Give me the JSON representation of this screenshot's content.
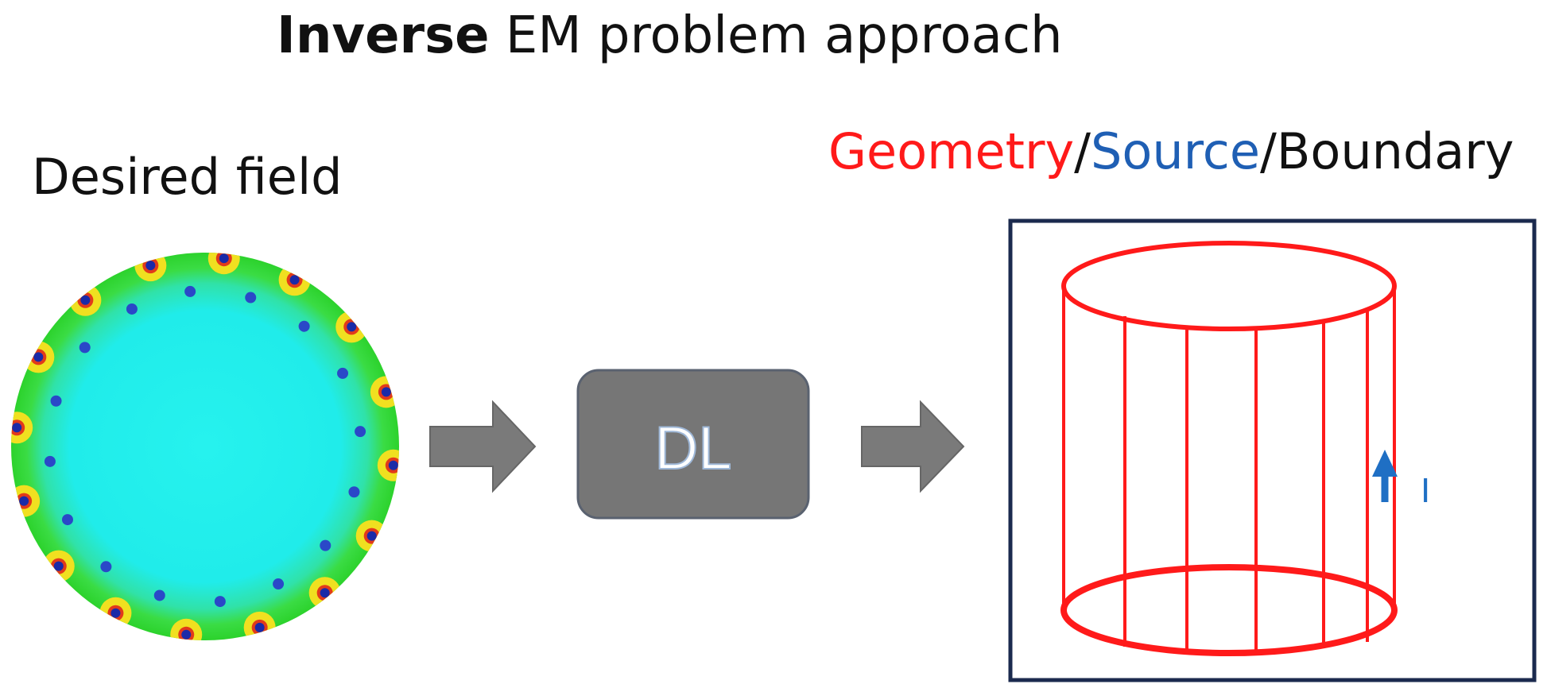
{
  "title": {
    "bold_word": "Inverse",
    "rest": "EM problem approach"
  },
  "input": {
    "label": "Desired field"
  },
  "network": {
    "label": "DL"
  },
  "output": {
    "label_parts": [
      {
        "text": "Geometry",
        "color": "#ff1a1a"
      },
      {
        "text": "/",
        "color": "#111111"
      },
      {
        "text": "Source",
        "color": "#1f5fb4"
      },
      {
        "text": "/",
        "color": "#111111"
      },
      {
        "text": "Boundary",
        "color": "#111111"
      }
    ],
    "current_label": "I"
  },
  "colors": {
    "arrow": "#7a7a7a",
    "dl_box": "#767676",
    "geometry": "#ff1a1a",
    "source": "#1f6fc4",
    "boundary": "#1b2a4e",
    "field_center": "#20f0e8",
    "field_edge": "#28d828"
  }
}
